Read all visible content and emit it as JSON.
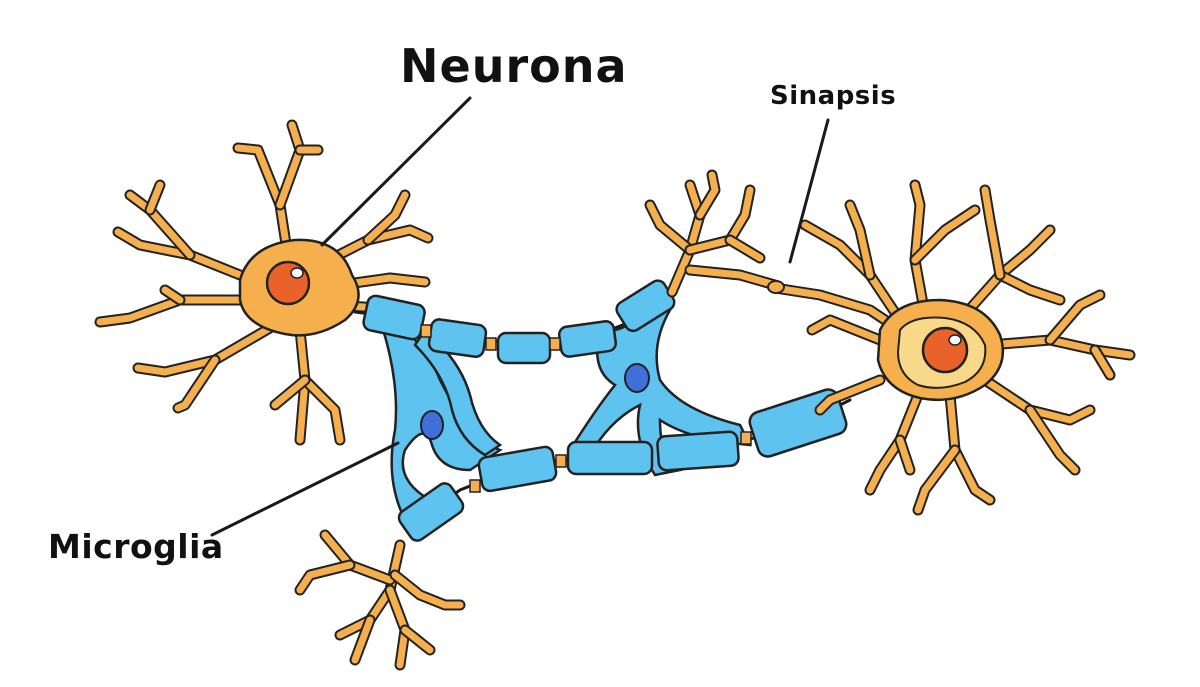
{
  "labels": {
    "neuron": "Neurona",
    "synapse": "Sinapsis",
    "microglia": "Microglia"
  },
  "colors": {
    "neuron_fill": "#f5b04d",
    "neuron_outline": "#222222",
    "nucleus": "#e8622a",
    "soma_inner": "#f8d98a",
    "glia_fill": "#5ec3ee",
    "glia_nucleus": "#3f6fd8",
    "node": "#f5b04d"
  }
}
